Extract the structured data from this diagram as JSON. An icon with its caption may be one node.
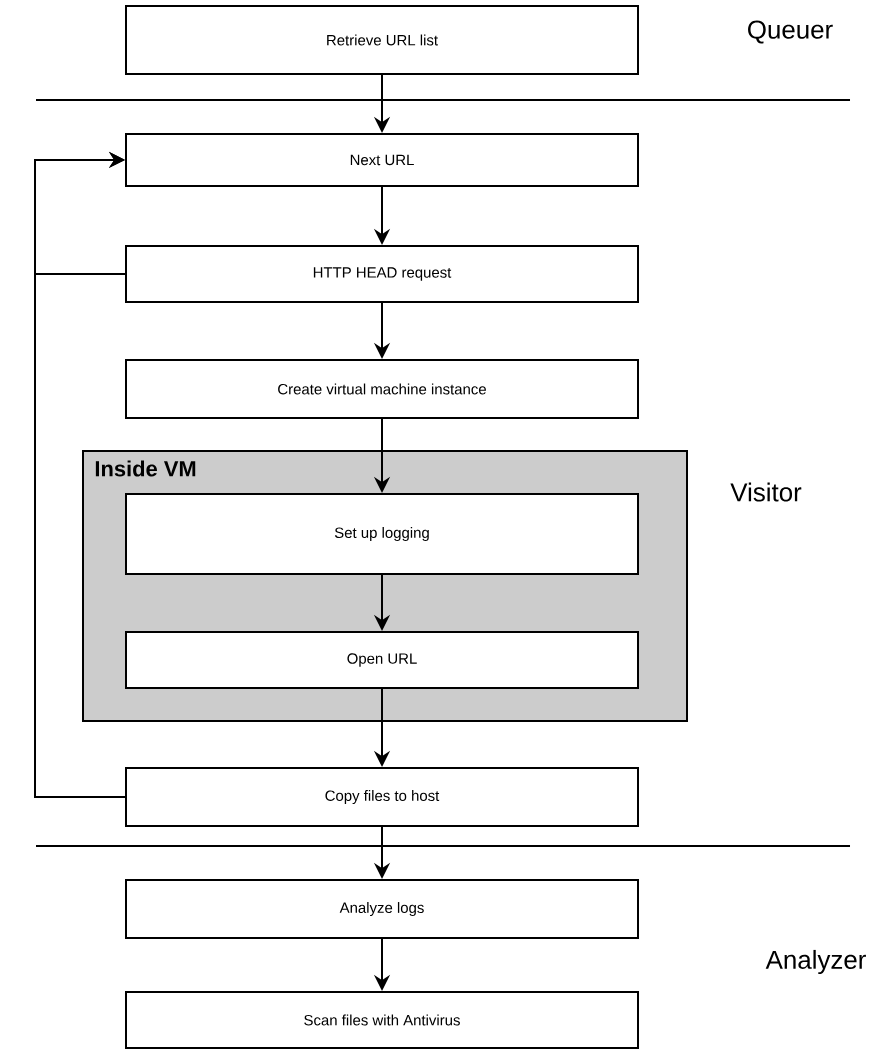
{
  "diagram": {
    "nodes": [
      {
        "text": [
          "Retrieve URL list"
        ]
      },
      {
        "text": [
          "Next URL"
        ]
      },
      {
        "text": [
          "HTTP HEAD request"
        ]
      },
      {
        "text": [
          "Create virtual machine instance"
        ]
      },
      {
        "text": [
          "Inside VM"
        ]
      },
      {
        "text": [
          "Set up logging"
        ],
        "in": 4
      },
      {
        "text": [
          "Open URL"
        ],
        "in": 4
      },
      {
        "text": [
          "Copy files to host"
        ]
      },
      {
        "text": [
          "Analyze logs"
        ]
      },
      {
        "text": [
          "Scan files with Antivirus"
        ]
      }
    ],
    "edges": [
      {
        "from": 0,
        "to": 1,
        "arrow": "to"
      },
      {
        "from": 1,
        "to": 2,
        "arrow": "to"
      },
      {
        "from": 2,
        "to": 3,
        "arrow": "to"
      },
      {
        "from": 3,
        "to": 5,
        "arrow": "to"
      },
      {
        "from": 5,
        "to": 6,
        "arrow": "to"
      },
      {
        "from": 6,
        "to": 7,
        "arrow": "to"
      },
      {
        "from": 7,
        "to": 8,
        "arrow": "to"
      },
      {
        "from": 8,
        "to": 9,
        "arrow": "to"
      },
      {
        "from": 2,
        "to": 1,
        "arrow": "to"
      },
      {
        "from": 7,
        "to": 1,
        "arrow": "to"
      }
    ],
    "labels": [
      "Queuer",
      "Visitor",
      "Analyzer"
    ]
  }
}
